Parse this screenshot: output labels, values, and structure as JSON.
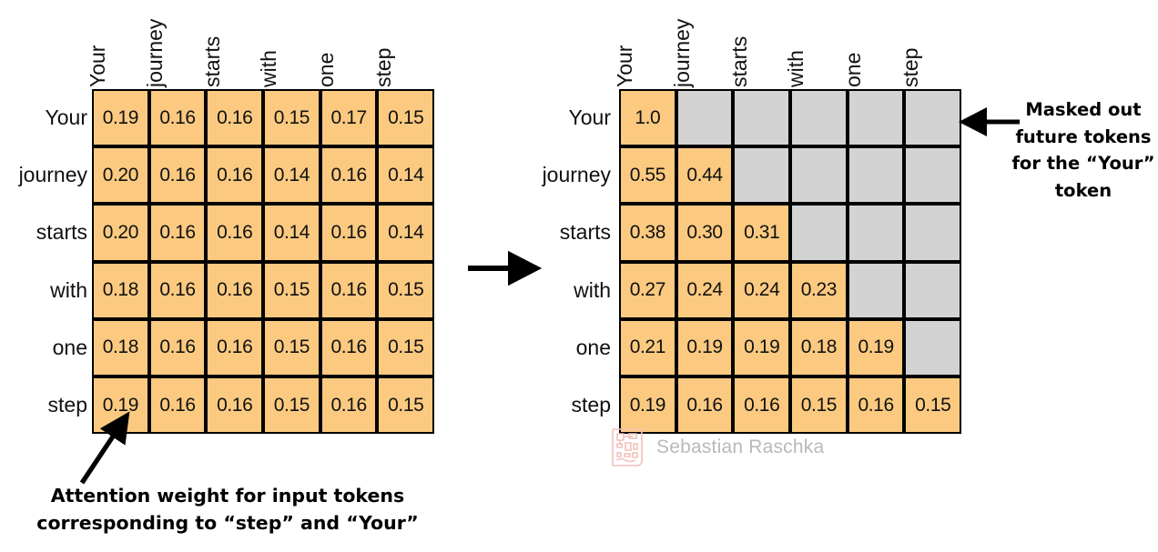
{
  "tokens": [
    "Your",
    "journey",
    "starts",
    "with",
    "one",
    "step"
  ],
  "colors": {
    "orange": "#FBCA80",
    "gray": "#D3D3D3",
    "cell_border": "#000000",
    "text": "#111111",
    "watermark_text": "#b9b9b9",
    "watermark_logo": "#f6c3bd"
  },
  "left_matrix": {
    "name": "attention-weights-matrix",
    "col_headers": [
      "Your",
      "journey",
      "starts",
      "with",
      "one",
      "step"
    ],
    "row_headers": [
      "Your",
      "journey",
      "starts",
      "with",
      "one",
      "step"
    ],
    "rows": [
      [
        "0.19",
        "0.16",
        "0.16",
        "0.15",
        "0.17",
        "0.15"
      ],
      [
        "0.20",
        "0.16",
        "0.16",
        "0.14",
        "0.16",
        "0.14"
      ],
      [
        "0.20",
        "0.16",
        "0.16",
        "0.14",
        "0.16",
        "0.14"
      ],
      [
        "0.18",
        "0.16",
        "0.16",
        "0.15",
        "0.16",
        "0.15"
      ],
      [
        "0.18",
        "0.16",
        "0.16",
        "0.15",
        "0.16",
        "0.15"
      ],
      [
        "0.19",
        "0.16",
        "0.16",
        "0.15",
        "0.16",
        "0.15"
      ]
    ],
    "masked": [
      [
        false,
        false,
        false,
        false,
        false,
        false
      ],
      [
        false,
        false,
        false,
        false,
        false,
        false
      ],
      [
        false,
        false,
        false,
        false,
        false,
        false
      ],
      [
        false,
        false,
        false,
        false,
        false,
        false
      ],
      [
        false,
        false,
        false,
        false,
        false,
        false
      ],
      [
        false,
        false,
        false,
        false,
        false,
        false
      ]
    ]
  },
  "right_matrix": {
    "name": "masked-attention-weights-matrix",
    "col_headers": [
      "Your",
      "journey",
      "starts",
      "with",
      "one",
      "step"
    ],
    "row_headers": [
      "Your",
      "journey",
      "starts",
      "with",
      "one",
      "step"
    ],
    "rows": [
      [
        "1.0",
        "",
        "",
        "",
        "",
        ""
      ],
      [
        "0.55",
        "0.44",
        "",
        "",
        "",
        ""
      ],
      [
        "0.38",
        "0.30",
        "0.31",
        "",
        "",
        ""
      ],
      [
        "0.27",
        "0.24",
        "0.24",
        "0.23",
        "",
        ""
      ],
      [
        "0.21",
        "0.19",
        "0.19",
        "0.18",
        "0.19",
        ""
      ],
      [
        "0.19",
        "0.16",
        "0.16",
        "0.15",
        "0.16",
        "0.15"
      ]
    ],
    "masked": [
      [
        false,
        true,
        true,
        true,
        true,
        true
      ],
      [
        false,
        false,
        true,
        true,
        true,
        true
      ],
      [
        false,
        false,
        false,
        true,
        true,
        true
      ],
      [
        false,
        false,
        false,
        false,
        true,
        true
      ],
      [
        false,
        false,
        false,
        false,
        false,
        true
      ],
      [
        false,
        false,
        false,
        false,
        false,
        false
      ]
    ]
  },
  "annotations": {
    "caption_left": "Attention weight for input tokens corresponding to “step” and “Your”",
    "mask_note": "Masked out future tokens for the “Your” token"
  },
  "watermark": {
    "text": "Sebastian Raschka"
  },
  "chart_data": {
    "type": "heatmap",
    "title": "",
    "xlabel": "",
    "ylabel": "",
    "panels": [
      {
        "name": "attention-weights",
        "x": [
          "Your",
          "journey",
          "starts",
          "with",
          "one",
          "step"
        ],
        "y": [
          "Your",
          "journey",
          "starts",
          "with",
          "one",
          "step"
        ],
        "values": [
          [
            0.19,
            0.16,
            0.16,
            0.15,
            0.17,
            0.15
          ],
          [
            0.2,
            0.16,
            0.16,
            0.14,
            0.16,
            0.14
          ],
          [
            0.2,
            0.16,
            0.16,
            0.14,
            0.16,
            0.14
          ],
          [
            0.18,
            0.16,
            0.16,
            0.15,
            0.16,
            0.15
          ],
          [
            0.18,
            0.16,
            0.16,
            0.15,
            0.16,
            0.15
          ],
          [
            0.19,
            0.16,
            0.16,
            0.15,
            0.16,
            0.15
          ]
        ]
      },
      {
        "name": "masked-attention-weights",
        "x": [
          "Your",
          "journey",
          "starts",
          "with",
          "one",
          "step"
        ],
        "y": [
          "Your",
          "journey",
          "starts",
          "with",
          "one",
          "step"
        ],
        "values": [
          [
            1.0,
            null,
            null,
            null,
            null,
            null
          ],
          [
            0.55,
            0.44,
            null,
            null,
            null,
            null
          ],
          [
            0.38,
            0.3,
            0.31,
            null,
            null,
            null
          ],
          [
            0.27,
            0.24,
            0.24,
            0.23,
            null,
            null
          ],
          [
            0.21,
            0.19,
            0.19,
            0.18,
            0.19,
            null
          ],
          [
            0.19,
            0.16,
            0.16,
            0.15,
            0.16,
            0.15
          ]
        ]
      }
    ],
    "legend": [],
    "grid": false
  }
}
